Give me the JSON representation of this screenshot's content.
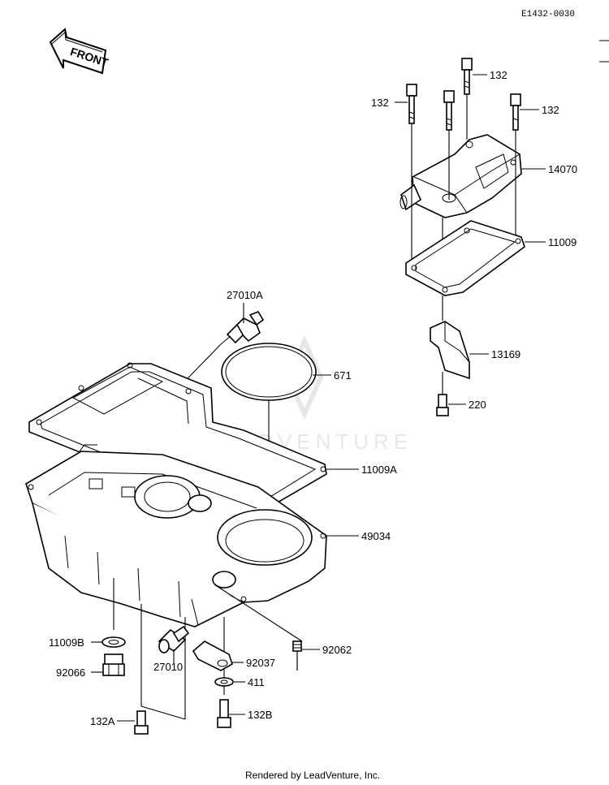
{
  "diagram_code": "E1432-0030",
  "front_arrow_label": "FRONT",
  "watermark": "LEADVENTURE",
  "footer": "Rendered by LeadVenture, Inc.",
  "callouts": {
    "c132_top": "132",
    "c132_left": "132",
    "c132_right": "132",
    "c14070": "14070",
    "c11009": "11009",
    "c13169": "13169",
    "c220": "220",
    "c27010A": "27010A",
    "c671": "671",
    "c11009A": "11009A",
    "c49034": "49034",
    "c11009B": "11009B",
    "c92066": "92066",
    "c27010": "27010",
    "c92037": "92037",
    "c92062": "92062",
    "c411": "411",
    "c132A": "132A",
    "c132B": "132B"
  }
}
